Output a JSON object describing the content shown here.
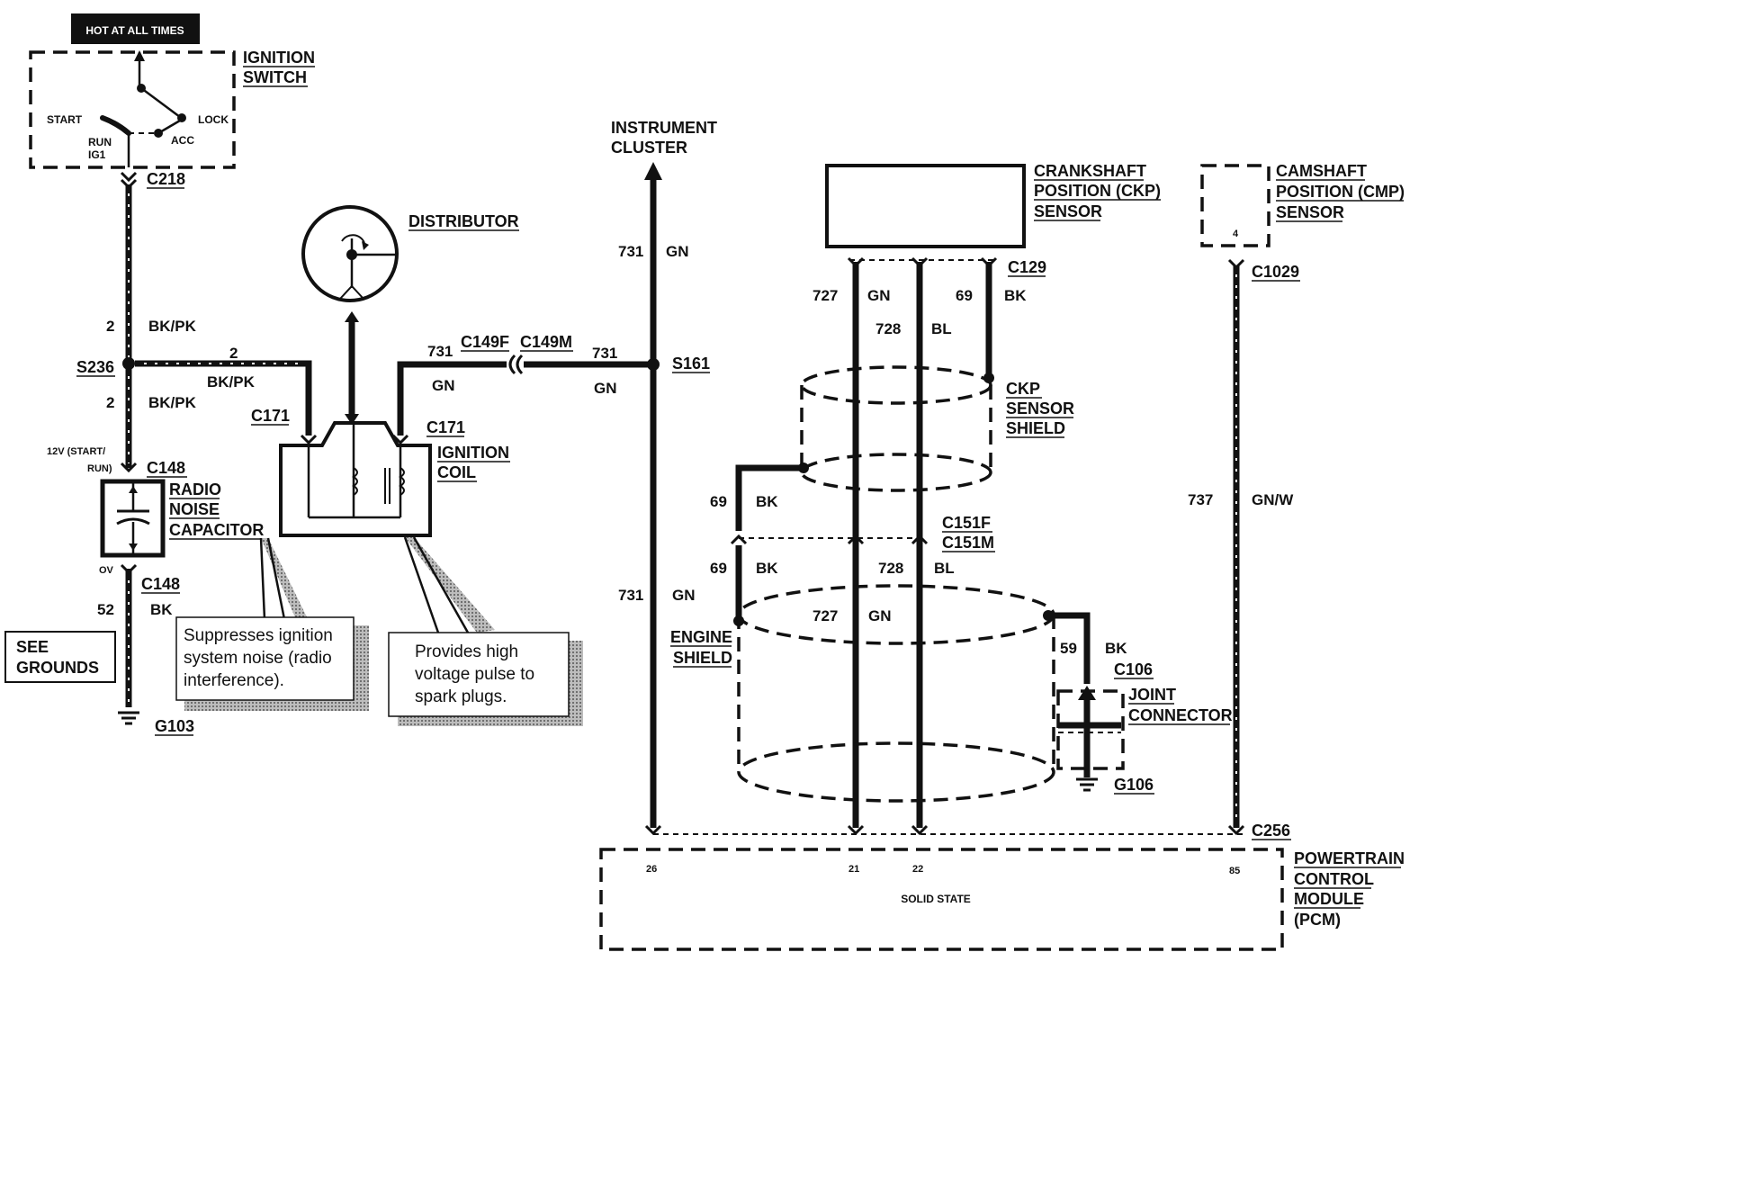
{
  "ignition": {
    "hot_badge": "HOT AT ALL TIMES",
    "title_line1": "IGNITION",
    "title_line2": "SWITCH",
    "pos_start": "START",
    "pos_lock": "LOCK",
    "pos_run": "RUN",
    "pos_ig1": "IG1",
    "pos_acc": "ACC",
    "connector": "C218"
  },
  "left_circuit": {
    "wire_num_top": "2",
    "wire_color_top": "BK/PK",
    "splice": "S236",
    "branch_num": "2",
    "branch_color": "BK/PK",
    "wire_num_mid": "2",
    "wire_color_mid": "BK/PK",
    "voltage_label_1": "12V (START/",
    "voltage_label_2": "RUN)",
    "connector_top": "C148",
    "ov_label": "OV",
    "connector_bottom": "C148",
    "ground_wire_num": "52",
    "ground_wire_color": "BK",
    "ground": "G103",
    "see_grounds_1": "SEE",
    "see_grounds_2": "GROUNDS"
  },
  "capacitor": {
    "title_1": "RADIO",
    "title_2": "NOISE",
    "title_3": "CAPACITOR",
    "note_1": "Suppresses ignition",
    "note_2": "system noise (radio",
    "note_3": "interference)."
  },
  "distributor": {
    "title": "DISTRIBUTOR"
  },
  "coil": {
    "title_1": "IGNITION",
    "title_2": "COIL",
    "connector_left": "C171",
    "connector_right": "C171",
    "note_1": "Provides high",
    "note_2": "voltage pulse to",
    "note_3": "spark plugs."
  },
  "coil_feed": {
    "wire_num_left": "731",
    "color_left": "GN",
    "connector_f": "C149F",
    "connector_m": "C149M",
    "wire_num_right": "731",
    "color_right": "GN",
    "splice": "S161"
  },
  "cluster": {
    "title_1": "INSTRUMENT",
    "title_2": "CLUSTER",
    "wire_num_top": "731",
    "color_top": "GN",
    "wire_num_bottom": "731",
    "color_bottom": "GN"
  },
  "ckp": {
    "title_1": "CRANKSHAFT",
    "title_2": "POSITION (CKP)",
    "title_3": "SENSOR",
    "connector": "C129",
    "w727": "727",
    "w727_color": "GN",
    "w728": "728",
    "w728_color": "BL",
    "w69": "69",
    "w69_color": "BK",
    "shield_1": "CKP",
    "shield_2": "SENSOR",
    "shield_3": "SHIELD"
  },
  "engine_shield": {
    "w69_upper": "69",
    "w69_upper_color": "BK",
    "connector_f": "C151F",
    "connector_m": "C151M",
    "w69_lower": "69",
    "w69_lower_color": "BK",
    "w728_lower": "728",
    "w728_lower_color": "BL",
    "w727_lower": "727",
    "w727_lower_color": "GN",
    "title_1": "ENGINE",
    "title_2": "SHIELD",
    "w59": "59",
    "w59_color": "BK",
    "connector_c106": "C106",
    "joint_1": "JOINT",
    "joint_2": "CONNECTOR",
    "ground": "G106"
  },
  "cmp": {
    "title_1": "CAMSHAFT",
    "title_2": "POSITION (CMP)",
    "title_3": "SENSOR",
    "pin": "4",
    "connector": "C1029",
    "wire_num": "737",
    "wire_color": "GN/W"
  },
  "pcm": {
    "connector": "C256",
    "title_1": "POWERTRAIN",
    "title_2": "CONTROL",
    "title_3": "MODULE",
    "title_4": "(PCM)",
    "pin_26": "26",
    "pin_21": "21",
    "pin_22": "22",
    "pin_85": "85",
    "solid_state": "SOLID STATE"
  },
  "colors": {
    "ink": "#111111",
    "paper": "#ffffff",
    "callout_shadow": "#8a8a8a"
  }
}
